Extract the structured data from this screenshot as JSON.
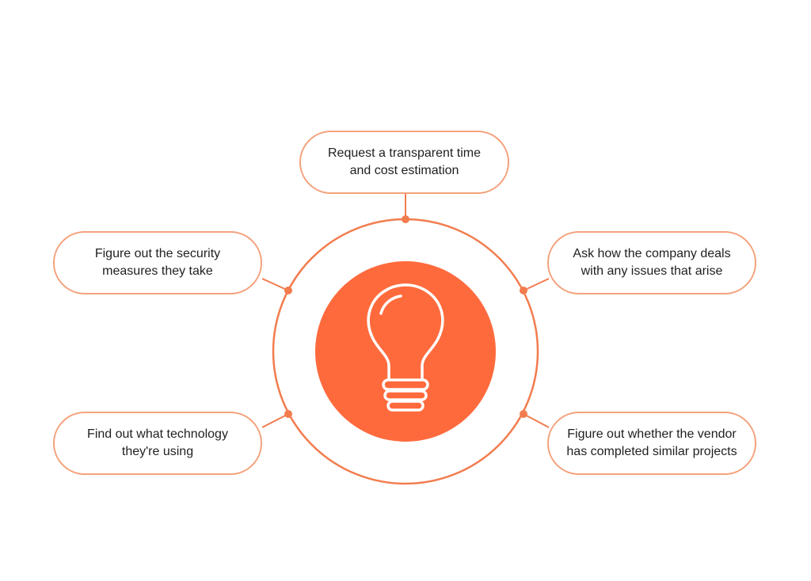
{
  "colors": {
    "accent": "#ff6a3d",
    "ring": "#f27c4e",
    "pill_border": "#f3a27c",
    "text": "#1f1f1f"
  },
  "center": {
    "icon": "lightbulb-icon"
  },
  "nodes": [
    {
      "id": "top",
      "text": "Request a transparent time\nand cost estimation"
    },
    {
      "id": "top-left",
      "text": "Figure out the security\nmeasures they take"
    },
    {
      "id": "top-right",
      "text": "Ask how the company deals\nwith any issues that arise"
    },
    {
      "id": "bottom-left",
      "text": "Find out what technology\nthey're using"
    },
    {
      "id": "bottom-right",
      "text": "Figure out whether the vendor\nhas completed similar projects"
    }
  ]
}
